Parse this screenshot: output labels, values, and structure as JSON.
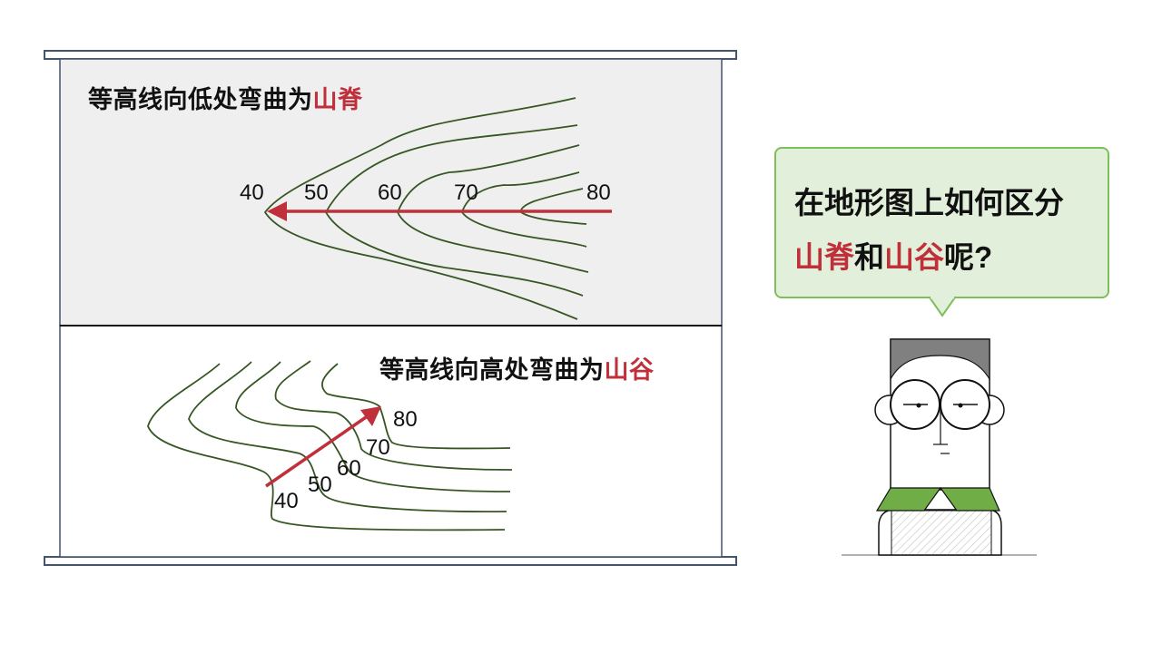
{
  "ridge": {
    "prefix": "等高线向低处弯曲为",
    "term": "山脊",
    "labels": [
      "40",
      "50",
      "60",
      "70",
      "80"
    ]
  },
  "valley": {
    "prefix": "等高线向高处弯曲为",
    "term": "山谷",
    "labels": [
      "40",
      "50",
      "60",
      "70",
      "80"
    ]
  },
  "question": {
    "line1": "在地形图上如何区分",
    "term1": "山脊",
    "connector": "和",
    "term2": "山谷",
    "suffix": "呢?"
  },
  "colors": {
    "contour": "#375623",
    "arrow": "#c0303a",
    "highlight": "#c0303a",
    "bubble_fill": "#e2efda",
    "bubble_border": "#7fbf5a",
    "collar": "#70ad47"
  }
}
